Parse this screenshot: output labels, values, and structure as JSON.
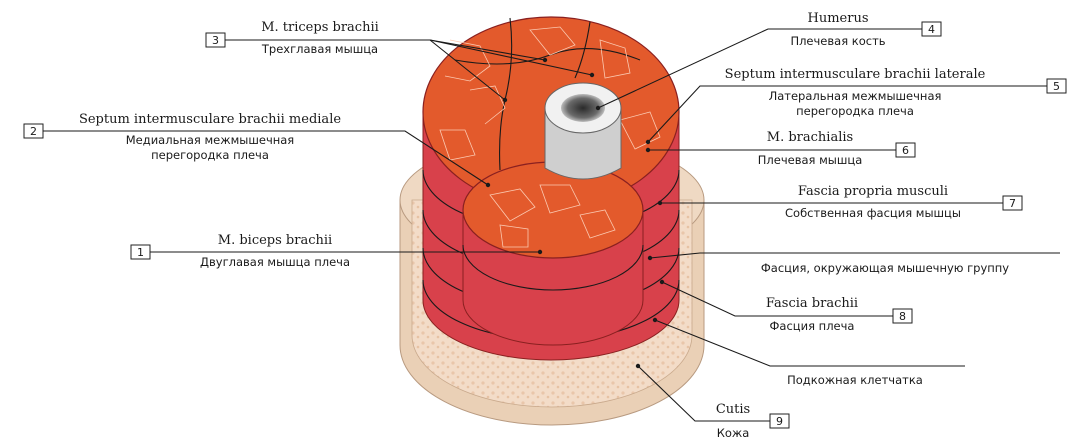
{
  "colors": {
    "muscle": "#e35a2c",
    "muscle_dark": "#c8402a",
    "muscle_side": "#d8414b",
    "fascia_band": "#f07a7e",
    "fat": "#f3dcc8",
    "skin": "#ead0b6",
    "bone": "#d9d9d9"
  },
  "labels": [
    {
      "num": "1",
      "latin": "M. biceps brachii",
      "russian": "Двуглавая мышца плеча"
    },
    {
      "num": "2",
      "latin": "Septum intermusculare brachii mediale",
      "russian_1": "Медиальная межмышечная",
      "russian_2": "перегородка плеча"
    },
    {
      "num": "3",
      "latin": "M. triceps brachii",
      "russian": "Трехглавая мышца"
    },
    {
      "num": "4",
      "latin": "Humerus",
      "russian": "Плечевая кость"
    },
    {
      "num": "5",
      "latin": "Septum intermusculare brachii laterale",
      "russian_1": "Латеральная межмышечная",
      "russian_2": "перегородка плеча"
    },
    {
      "num": "6",
      "latin": "M. brachialis",
      "russian": "Плечевая мышца"
    },
    {
      "num": "7",
      "latin": "Fascia propria musculi",
      "russian": "Собственная фасция мышцы"
    },
    {
      "russian": "Фасция, окружающая мышечную группу"
    },
    {
      "num": "8",
      "latin": "Fascia brachii",
      "russian": "Фасция плеча"
    },
    {
      "russian": "Подкожная клетчатка"
    },
    {
      "num": "9",
      "latin": "Cutis",
      "russian": "Кожа"
    }
  ]
}
